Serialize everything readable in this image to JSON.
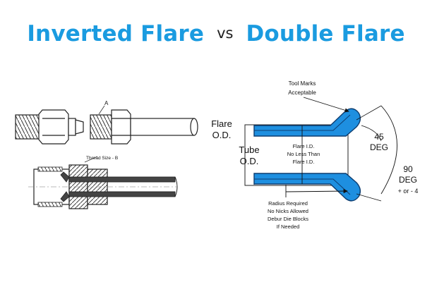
{
  "title": {
    "left": "Inverted Flare",
    "middle": "vs",
    "right": "Double Flare"
  },
  "inverted_flare": {
    "label_a": "A",
    "label_thread": "Thread Size - B"
  },
  "double_flare": {
    "tool_marks_1": "Tool Marks",
    "tool_marks_2": "Acceptable",
    "flare_od_1": "Flare",
    "flare_od_2": "O.D.",
    "tube_od_1": "Tube",
    "tube_od_2": "O.D.",
    "flare_id_1": "Flare I.D.",
    "flare_id_2": "No Less Than",
    "flare_id_3": "Flare I.D.",
    "deg45_1": "45",
    "deg45_2": "DEG",
    "deg90_1": "90",
    "deg90_2": "DEG",
    "deg90_3": "+ or - 4",
    "radius_1": "Radius Required",
    "radius_2": "No Nicks Allowed",
    "radius_3": "Debur Die Blocks",
    "radius_4": "If Needed"
  },
  "colors": {
    "title_blue": "#1a9be0",
    "flare_blue": "#1e8fe0"
  }
}
